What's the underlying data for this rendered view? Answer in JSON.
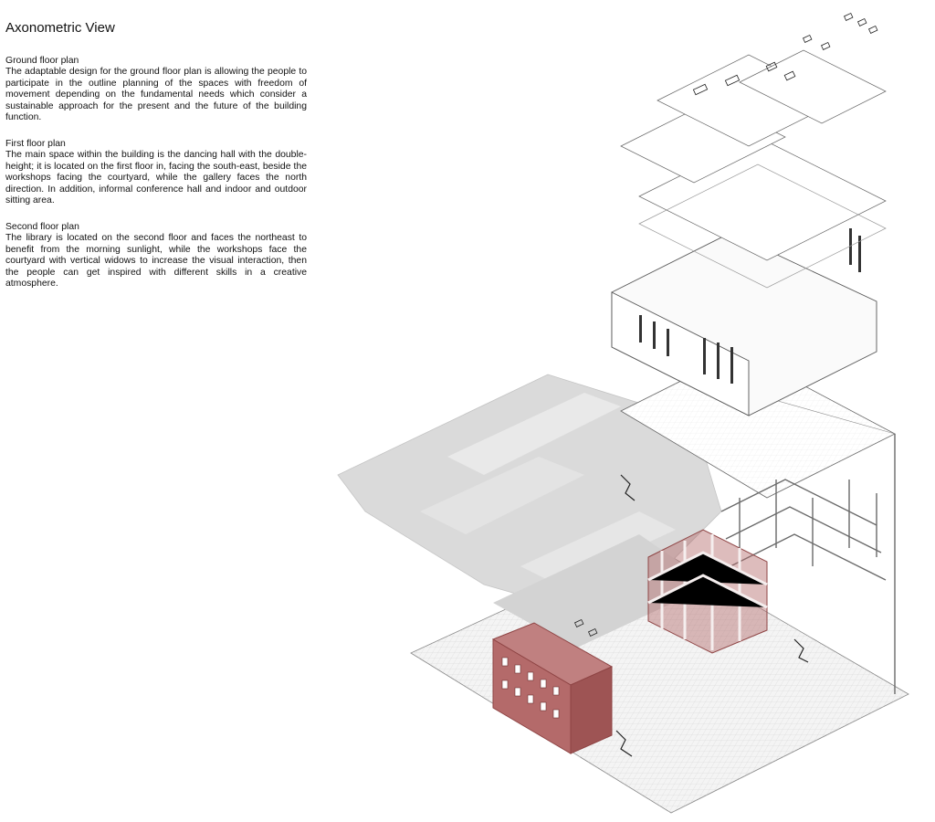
{
  "title": "Axonometric View",
  "sections": [
    {
      "heading": "Ground floor plan",
      "body": "The adaptable design for the ground floor plan is allowing the people to participate in the outline planning of the spaces with freedom of movement depending on the fundamental needs which consider a sustainable approach for the present and the future of the building function."
    },
    {
      "heading": "First floor plan",
      "body": "The main space within the building is the dancing hall with the double-height; it is located on the first floor in, facing the south-east, beside the workshops facing the courtyard, while the gallery faces the north direction. In addition, informal conference hall and indoor and outdoor sitting area."
    },
    {
      "heading": "Second floor plan",
      "body": "The library is located on the second floor and faces the northeast to benefit from the morning sunlight, while the workshops face the courtyard with vertical widows to increase the visual interaction, then the people can get inspired with different skills in a creative atmosphere."
    }
  ],
  "colors": {
    "brick": "#b46a6a",
    "brick_dark": "#8e4444",
    "shadow_grey": "#dadada",
    "line": "#555555"
  }
}
